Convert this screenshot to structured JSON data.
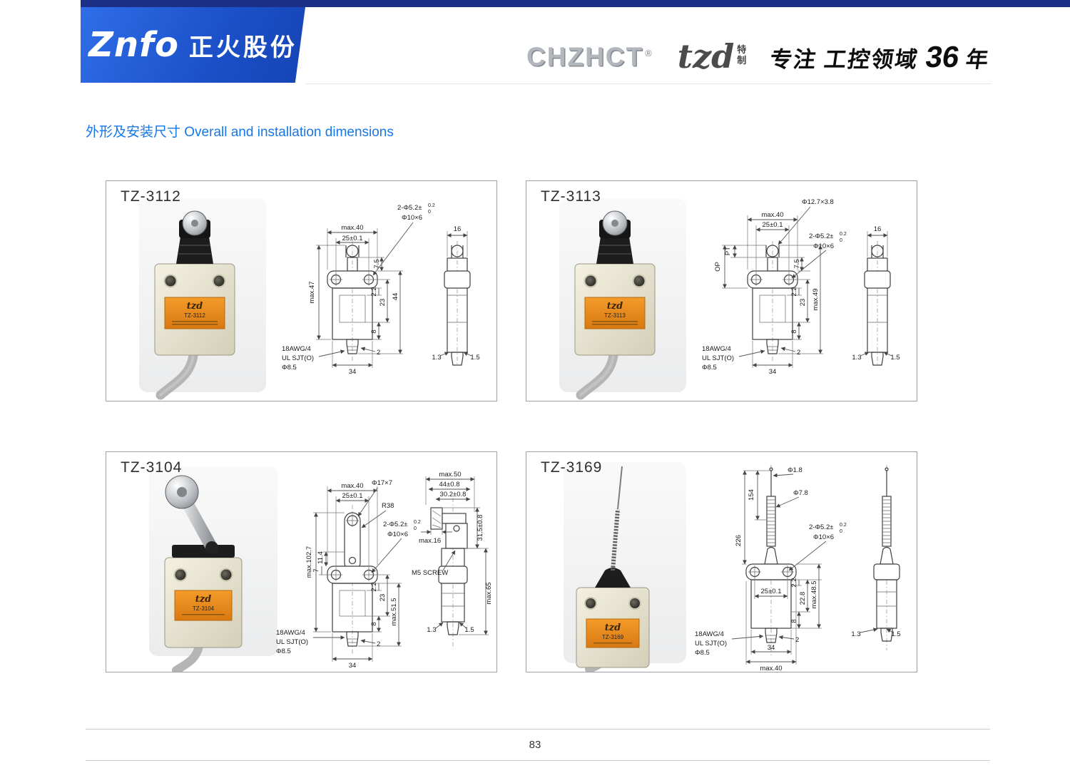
{
  "header": {
    "logo": {
      "en": "Znfo",
      "zh": "正火股份"
    },
    "brands": {
      "chzhct": "CHZHCT",
      "reg": "®",
      "tzd": "tzd",
      "tzd_sub": [
        "特",
        "制"
      ],
      "slogan_part1": "专注",
      "slogan_part2": "工控领域",
      "slogan_num": "36",
      "slogan_part3": "年"
    }
  },
  "section_title": "外形及安装尺寸 Overall and installation dimensions",
  "footer": {
    "page_number": "83"
  },
  "tolerance": {
    "sup": "0.2",
    "sub": "0"
  },
  "colors": {
    "header_navy": "#1c2f87",
    "brand_blue": "#1b50c8",
    "title_blue": "#1677e8",
    "label_orange": "#e8881c"
  },
  "panels": [
    {
      "model": "TZ-3112",
      "photo": {
        "brand": "tzd",
        "model": "TZ-3112"
      },
      "dims": {
        "holes": "2-Φ5.2±",
        "slot": "Φ10×6",
        "max_w": "max.40",
        "pitch": "25±0.1",
        "max_h": "max.47",
        "d1": "7.5",
        "d2": "2.2",
        "d3": "23",
        "d4": "8",
        "d5": "44",
        "width": "34",
        "edge": "2",
        "cable": [
          "18AWG/4",
          "UL SJT(O)",
          "Φ8.5"
        ],
        "side_w": "16",
        "s1": "1.3",
        "s2": "1.5"
      }
    },
    {
      "model": "TZ-3113",
      "photo": {
        "brand": "tzd",
        "model": "TZ-3113"
      },
      "dims": {
        "max_w": "max.40",
        "pitch": "25±0.1",
        "roller": "Φ12.7×3.8",
        "pt": "PT",
        "op": "OP",
        "holes": "2-Φ5.2±",
        "slot": "Φ10×6",
        "d1": "7.5",
        "d2": "2.2",
        "d3": "23",
        "d4": "8",
        "max_h": "max.49",
        "width": "34",
        "edge": "2",
        "cable": [
          "18AWG/4",
          "UL SJT(O)",
          "Φ8.5"
        ],
        "side_w": "16",
        "s1": "1.3",
        "s2": "1.5"
      }
    },
    {
      "model": "TZ-3104",
      "photo": {
        "brand": "tzd",
        "model": "TZ-3104"
      },
      "dims": {
        "max_w": "max.40",
        "pitch": "25±0.1",
        "roller": "Φ17×7",
        "radius": "R38",
        "holes": "2-Φ5.2±",
        "slot": "Φ10×6",
        "max_h": "max.102.7",
        "d1": "11.4",
        "d2": "7",
        "d3": "2.2",
        "d4": "23",
        "d5": "8",
        "d6": "max.51.5",
        "width": "34",
        "edge": "2",
        "cable": [
          "18AWG/4",
          "UL SJT(O)",
          "Φ8.5"
        ],
        "side1": "max.50",
        "side2": "44±0.8",
        "side3": "30.2±0.8",
        "side4": "31.5±0.8",
        "side5": "max.16",
        "screw": "M5 SCREW",
        "side6": "max.65",
        "s1": "1.3",
        "s2": "1.5"
      }
    },
    {
      "model": "TZ-3169",
      "photo": {
        "brand": "tzd",
        "model": "TZ-3169"
      },
      "dims": {
        "whisker_d": "Φ1.8",
        "d1": "154",
        "spring_d": "Φ7.8",
        "d2": "226",
        "holes": "2-Φ5.2±",
        "slot": "Φ10×6",
        "pitch": "25±0.1",
        "d3": "2.2",
        "d4": "22.8",
        "d5": "8",
        "max_h": "max.48.5",
        "width": "34",
        "edge": "2",
        "max_w": "max.40",
        "cable": [
          "18AWG/4",
          "UL SJT(O)",
          "Φ8.5"
        ],
        "s1": "1.3",
        "s2": "1.5"
      }
    }
  ]
}
